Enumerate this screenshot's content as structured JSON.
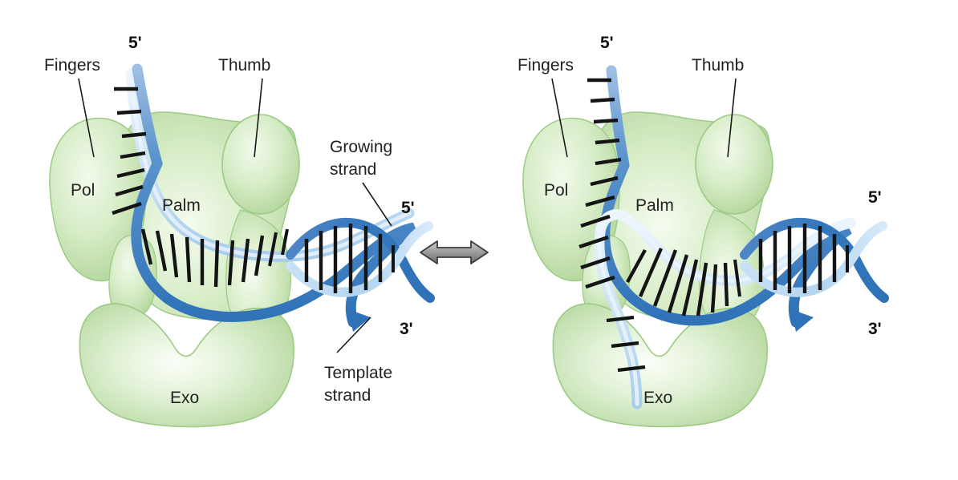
{
  "figure": {
    "title": "DNA polymerase editing: Pol site to Exo site switching",
    "background_color": "#ffffff",
    "panels": [
      {
        "id": "left",
        "name": "polymerizing-state",
        "labels": {
          "fingers": "Fingers",
          "thumb": "Thumb",
          "pol": "Pol",
          "palm": "Palm",
          "exo": "Exo",
          "growing_strand": "Growing",
          "growing_strand_2": "strand",
          "template_strand": "Template",
          "template_strand_2": "strand",
          "five_prime_top": "5'",
          "five_prime_right": "5'",
          "three_prime_right": "3'"
        }
      },
      {
        "id": "right",
        "name": "editing-state",
        "labels": {
          "fingers": "Fingers",
          "thumb": "Thumb",
          "pol": "Pol",
          "palm": "Palm",
          "exo": "Exo",
          "five_prime_top": "5'",
          "five_prime_right": "5'",
          "three_prime_right": "3'"
        }
      }
    ],
    "center_arrow": {
      "name": "double-headed-arrow",
      "direction": "bidirectional",
      "description": "reversible equilibrium between the two states"
    },
    "colors": {
      "protein_green_fill": "#c3dfae",
      "protein_green_light": "#eaf5e2",
      "protein_green_edge": "#9ecb86",
      "strand_dark_blue": "#3e7fc0",
      "strand_dark_blue_light": "#7aa9da",
      "strand_light_blue": "#bcd9f2",
      "strand_light_blue_pale": "#e2eefb",
      "base_pair_black": "#141414",
      "label_text": "#222222",
      "arrow_gray": "#8a8a8a",
      "arrow_outline": "#3a3a3a"
    }
  }
}
